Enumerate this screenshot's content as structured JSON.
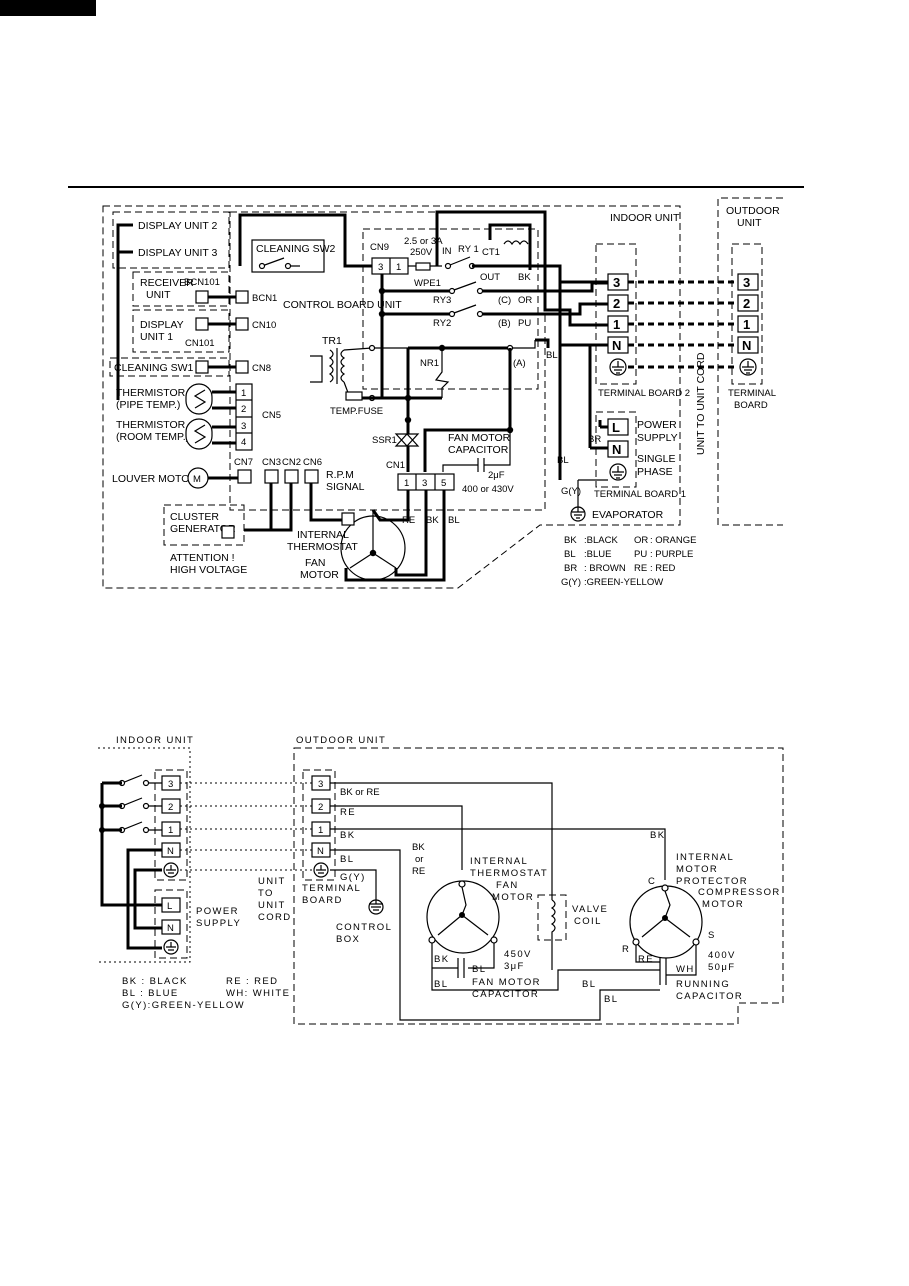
{
  "diagram1": {
    "indoor_unit": "INDOOR UNIT",
    "outdoor_unit": [
      "OUTDOOR",
      "UNIT"
    ],
    "display_unit_2": "DISPLAY UNIT 2",
    "display_unit_3": "DISPLAY UNIT 3",
    "receiver_unit": [
      "RECEIVER",
      "UNIT"
    ],
    "bcn101": "BCN101",
    "bcn1": "BCN1",
    "display_unit_1": [
      "DISPLAY",
      "UNIT 1"
    ],
    "cn101": "CN101",
    "cn10": "CN10",
    "cleaning_sw1": "CLEANING SW1",
    "cn8": "CN8",
    "cleaning_sw2": "CLEANING SW2",
    "cn9": "CN9",
    "fuse_rating": [
      "2.5 or 3A",
      "250V"
    ],
    "wpe1": "WPE1",
    "in": "IN",
    "ry1": "RY 1",
    "ct1": "CT1",
    "out": "OUT",
    "bk": "BK",
    "ry3": "RY3",
    "c": "(C)",
    "or": "OR",
    "ry2": "RY2",
    "b": "(B)",
    "pu": "PU",
    "control_board_unit": "CONTROL BOARD UNIT",
    "tr1": "TR1",
    "nr1": "NR1",
    "a": "(A)",
    "bl": "BL",
    "temp_fuse": "TEMP.FUSE",
    "thermistor_pipe": [
      "THERMISTOR",
      "(PIPE TEMP.)"
    ],
    "thermistor_room": [
      "THERMISTOR",
      "(ROOM TEMP.)"
    ],
    "cn5": "CN5",
    "pins_cn5": [
      "1",
      "2",
      "3",
      "4"
    ],
    "ssr1": "SSR1",
    "fan_motor_capacitor": [
      "FAN MOTOR",
      "CAPACITOR"
    ],
    "cap_value": [
      "2μF",
      "400 or 430V"
    ],
    "louver_motor": "LOUVER MOTOR",
    "m": "M",
    "cn7": "CN7",
    "cn3": "CN3",
    "cn2": "CN2",
    "cn6": "CN6",
    "rpm_signal": [
      "R.P.M",
      "SIGNAL"
    ],
    "cn1": "CN1",
    "cn1_pins": [
      "1",
      "3",
      "5"
    ],
    "cluster_generator": [
      "CLUSTER",
      "GENERATOR"
    ],
    "attention": [
      "ATTENTION !",
      "HIGH VOLTAGE"
    ],
    "internal_thermostat": [
      "INTERNAL",
      "THERMOSTAT"
    ],
    "fan_motor": [
      "FAN",
      "MOTOR"
    ],
    "re": "RE",
    "terminal_board_2": "TERMINAL BOARD 2",
    "terminal_board_1": "TERMINAL BOARD 1",
    "tb_labels": [
      "3",
      "2",
      "1",
      "N"
    ],
    "power_supply": [
      "POWER",
      "SUPPLY"
    ],
    "single_phase": [
      "SINGLE",
      "PHASE"
    ],
    "l": "L",
    "n": "N",
    "br": "BR",
    "gy": "G(Y)",
    "evaporator": "EVAPORATOR",
    "unit_to_unit_cord": "UNIT TO UNIT CORD",
    "terminal_board": [
      "TERMINAL",
      "BOARD"
    ],
    "legend": [
      [
        "BK",
        ":BLACK",
        "OR",
        ": ORANGE"
      ],
      [
        "BL",
        ":BLUE",
        "PU",
        ": PURPLE"
      ],
      [
        "BR",
        ": BROWN",
        "RE",
        ": RED"
      ],
      [
        "G(Y)",
        ":GREEN-YELLOW",
        "",
        ""
      ]
    ]
  },
  "diagram2": {
    "indoor_unit": "INDOOR UNIT",
    "outdoor_unit": "OUTDOOR UNIT",
    "tb_labels": [
      "3",
      "2",
      "1",
      "N"
    ],
    "l": "L",
    "n": "N",
    "power_supply": [
      "POWER",
      "SUPPLY"
    ],
    "unit_to_unit_cord": [
      "UNIT",
      "TO",
      "UNIT",
      "CORD"
    ],
    "bk_or_re": "BK or RE",
    "re": "RE",
    "bk": "BK",
    "bl": "BL",
    "gy": "G(Y)",
    "terminal_board": [
      "TERMINAL",
      "BOARD"
    ],
    "control_box": [
      "CONTROL",
      "BOX"
    ],
    "bk_or_re_v": [
      "BK",
      "or",
      "RE"
    ],
    "internal_thermostat": [
      "INTERNAL",
      "THERMOSTAT"
    ],
    "fan_motor": [
      "FAN",
      "MOTOR"
    ],
    "valve_coil": [
      "VALVE",
      "COIL"
    ],
    "fan_cap_value": [
      "450V",
      "3μF"
    ],
    "fan_motor_capacitor": [
      "FAN MOTOR",
      "CAPACITOR"
    ],
    "internal_motor_protector": [
      "INTERNAL",
      "MOTOR",
      "PROTECTOR"
    ],
    "compressor_motor": [
      "COMPRESSOR",
      "MOTOR"
    ],
    "c": "C",
    "r": "R",
    "s": "S",
    "wh": "WH",
    "run_cap_value": [
      "400V",
      "50μF"
    ],
    "running_capacitor": [
      "RUNNING",
      "CAPACITOR"
    ],
    "legend": [
      [
        "BK : BLACK",
        "RE : RED"
      ],
      [
        "BL : BLUE",
        "WH: WHITE"
      ],
      [
        "G(Y):GREEN-YELLOW",
        ""
      ]
    ]
  }
}
